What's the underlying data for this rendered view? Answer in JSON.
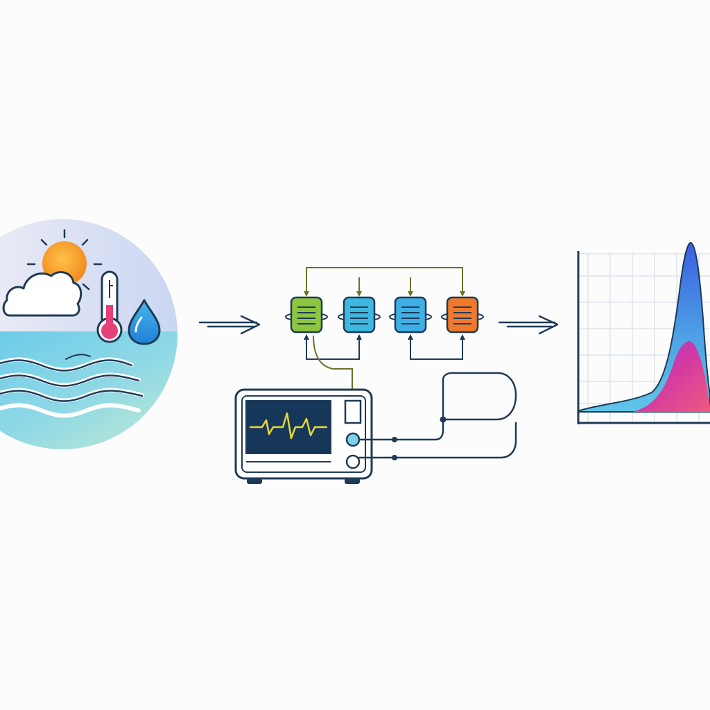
{
  "diagram": {
    "stages": [
      {
        "id": "environment",
        "icons": [
          "sun-icon",
          "cloud-icon",
          "thermometer-icon",
          "water-drop-icon",
          "waves-icon"
        ]
      },
      {
        "id": "processing",
        "modules": [
          {
            "color": "#8cc63f"
          },
          {
            "color": "#3fb8e0"
          },
          {
            "color": "#3fb0e6"
          },
          {
            "color": "#f07a2c"
          }
        ]
      },
      {
        "id": "monitor",
        "icons": [
          "monitor-icon",
          "heartbeat-icon"
        ]
      },
      {
        "id": "distribution-chart",
        "icons": [
          "chart-icon"
        ]
      }
    ],
    "colors": {
      "outline": "#1e3a56",
      "wire_olive": "#7a7a2a",
      "sun": "#f7a12a",
      "thermo": "#e6407a",
      "drop": "#2f9be6",
      "screen": "#16375a",
      "pulse": "#e8d832",
      "peak_blue": "#3a6fe0",
      "peak_magenta": "#d23aa0"
    }
  }
}
